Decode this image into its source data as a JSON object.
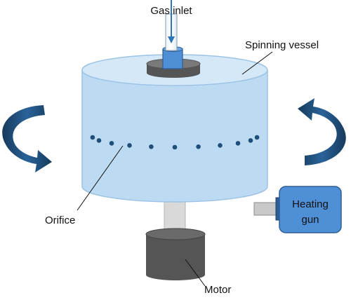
{
  "labels": {
    "gas_inlet": "Gas inlet",
    "spinning_vessel": "Spinning vessel",
    "orifice": "Orifice",
    "heating_gun_line1": "Heating",
    "heating_gun_line2": "gun",
    "motor": "Motor"
  },
  "colors": {
    "vessel_fill": "#bcdaf2",
    "vessel_top": "#d4e8f8",
    "vessel_edge": "#9cc3e4",
    "arrow": "#1f4e79",
    "dot": "#1f4e79",
    "gun_body": "#4f8fd6",
    "motor": "#555555",
    "shaft": "#d9d9d9"
  },
  "icons": {
    "rotation_left": "curved-arrow-icon",
    "rotation_right": "curved-arrow-icon"
  }
}
